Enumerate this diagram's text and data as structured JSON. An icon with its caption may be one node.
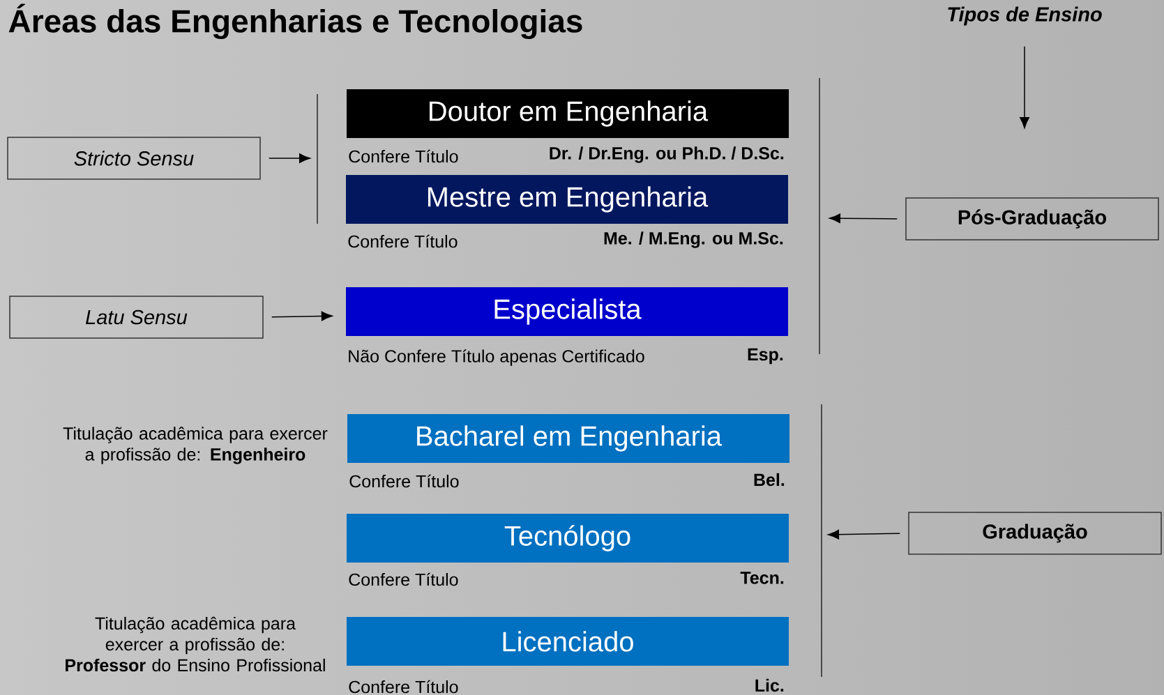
{
  "diagram": {
    "title": "Áreas das Engenharias e Tecnologias",
    "nodes": [
      {
        "text": [
          "Stricto Sensu"
        ]
      },
      {
        "text": [
          "Latu Sensu"
        ]
      },
      {
        "text": [
          "Doutor em Engenharia"
        ],
        "beside": [
          "Confere Título",
          "Dr. / Dr.Eng. ou Ph.D. / D.Sc."
        ]
      },
      {
        "text": [
          "Mestre em Engenharia"
        ],
        "beside": [
          "Confere Título",
          "Me. / M.Eng. ou M.Sc."
        ]
      },
      {
        "text": [
          "Especialista"
        ],
        "beside": [
          "Não Confere Título apenas Certificado",
          "Esp."
        ]
      },
      {
        "text": [
          "Bacharel em Engenharia"
        ],
        "beside": [
          "Confere Título",
          "Bel."
        ]
      },
      {
        "text": [
          "Tecnólogo"
        ],
        "beside": [
          "Confere Título",
          "Tecn."
        ]
      },
      {
        "text": [
          "Licenciado"
        ],
        "beside": [
          "Confere Título",
          "Lic."
        ]
      },
      {
        "text": [
          "Pós-Graduação"
        ]
      },
      {
        "text": [
          "Graduação"
        ]
      },
      {
        "text": [
          "Tipos de Ensino"
        ]
      }
    ],
    "edges": [
      {
        "from": 0,
        "to": null,
        "arrow": "to"
      },
      {
        "from": 1,
        "to": 4,
        "arrow": "to"
      },
      {
        "from": 8,
        "to": null,
        "arrow": "to"
      },
      {
        "from": 9,
        "to": null,
        "arrow": "to"
      },
      {
        "from": 10,
        "to": null,
        "arrow": "to"
      }
    ],
    "labels": [
      "Titulação acadêmica para exercer a profissão de: **Engenheiro**",
      "Titulação acadêmica para exercer a profissão de: **Professor** do Ensino Profissional"
    ]
  }
}
